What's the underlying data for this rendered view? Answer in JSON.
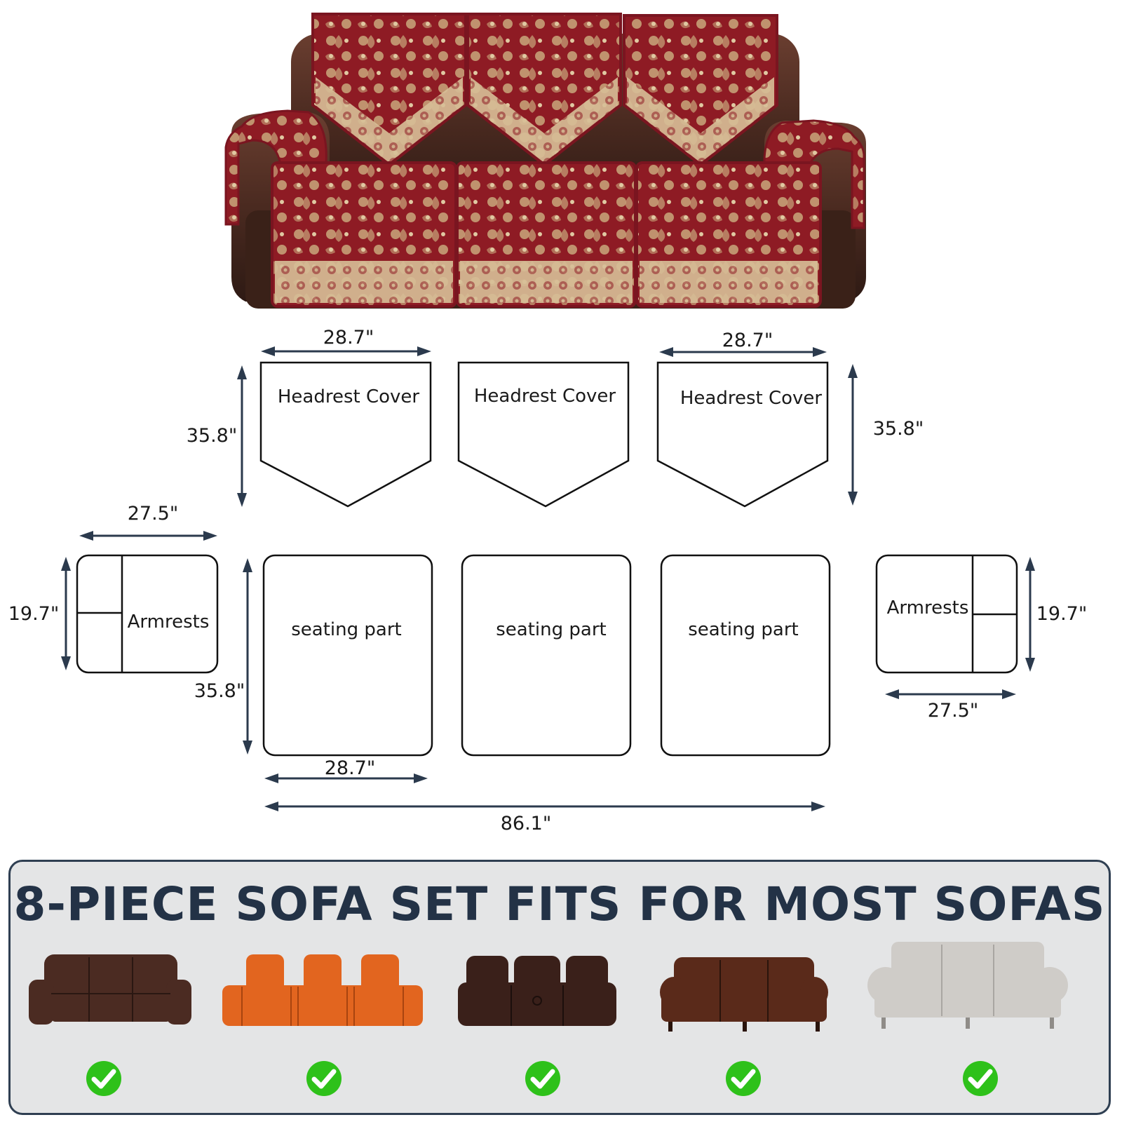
{
  "colors": {
    "fabric_red": "#8e1b24",
    "fabric_gold": "#c9a77b",
    "leather_brown": "#4a2a20",
    "dimension_line": "#2b3a4d",
    "panel_background": "#e4e5e6",
    "panel_border": "#2f3f52",
    "title_text": "#233246",
    "check_green": "#2ec11a"
  },
  "dimensions": {
    "headrest_width": "28.7\"",
    "headrest_height": "35.8\"",
    "armrest_width": "27.5\"",
    "armrest_height": "19.7\"",
    "seat_width": "28.7\"",
    "seat_height": "35.8\"",
    "total_width": "86.1\""
  },
  "pieces": {
    "headrest": "Headrest Cover",
    "seating": "seating part",
    "armrest": "Armrests"
  },
  "fit_section": {
    "title": "8-PIECE SOFA SET FITS FOR MOST SOFAS",
    "sofas": [
      {
        "icon": "brown-leather-recliner-sofa-icon",
        "color": "#4b2b22"
      },
      {
        "icon": "orange-theater-seating-icon",
        "color": "#e2651f"
      },
      {
        "icon": "dark-brown-recliner-console-sofa-icon",
        "color": "#3a201a"
      },
      {
        "icon": "chesterfield-leather-sofa-icon",
        "color": "#5a2a1a"
      },
      {
        "icon": "gray-fabric-sofa-icon",
        "color": "#cfccc8"
      }
    ],
    "check_icon": "green-check-icon"
  }
}
